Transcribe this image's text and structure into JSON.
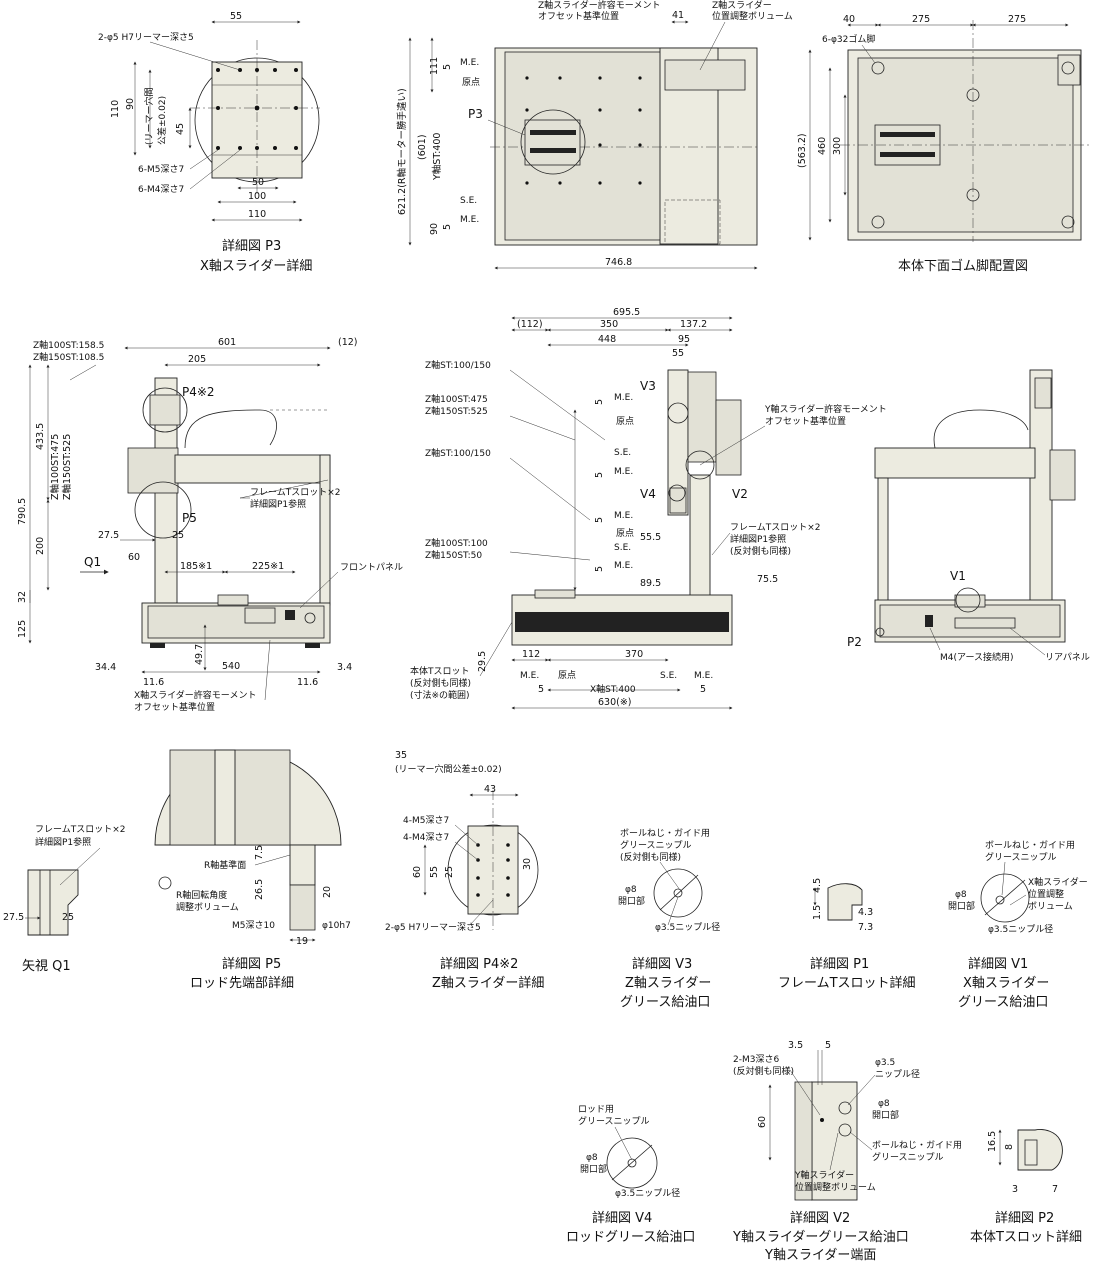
{
  "detail_p3": {
    "caption_1": "詳細図 P3",
    "caption_2": "X軸スライダー詳細",
    "dim_55": "55",
    "ream_note": "2-φ5 H7リーマー深さ5",
    "dim_110v": "110",
    "dim_90": "90",
    "tol_note_1": "(リーマー穴間",
    "tol_note_2": "公差±0.02)",
    "dim_45": "45",
    "m5_note": "6-M5深さ7",
    "m4_note": "6-M4深さ7",
    "dim_50": "50",
    "dim_100": "100",
    "dim_110h": "110"
  },
  "top_view": {
    "z_offset_1": "Z軸スライダー許容モーメント",
    "z_offset_2": "オフセット基準位置",
    "dim_41": "41",
    "z_adj_1": "Z軸スライダー",
    "z_adj_2": "位置調整ボリューム",
    "me_top": "M.E.",
    "dim_5a": "5",
    "origin": "原点",
    "dim_111": "111",
    "p3_tag": "P3",
    "dim_621": "621.2(R軸モーター勝手違い)",
    "dim_601": "(601)",
    "y_st": "Y軸ST:400",
    "se": "S.E.",
    "me_bot": "M.E.",
    "dim_5b": "5",
    "dim_90": "90",
    "dim_7468": "746.8"
  },
  "bottom_view": {
    "caption": "本体下面ゴム脚配置図",
    "dim_40": "40",
    "dim_275a": "275",
    "dim_275b": "275",
    "feet_note": "6-φ32ゴム脚",
    "dim_5632": "(563.2)",
    "dim_460": "460",
    "dim_300": "300"
  },
  "front_view": {
    "z100": "Z軸100ST:158.5",
    "z150": "Z軸150ST:108.5",
    "dim_601": "601",
    "dim_12": "(12)",
    "dim_205": "205",
    "p4_tag": "P4※2",
    "dim_4335": "433.5",
    "z100_475": "Z軸100ST:475",
    "z150_525": "Z軸150ST:525",
    "dim_7905": "790.5",
    "frame_slot_1": "フレームTスロット×2",
    "frame_slot_2": "詳細図P1参照",
    "p5_tag": "P5",
    "dim_275": "27.5",
    "dim_25": "25",
    "dim_200": "200",
    "dim_60": "60",
    "q1": "Q1",
    "dim_185": "185※1",
    "dim_225": "225※1",
    "front_panel": "フロントパネル",
    "dim_32": "32",
    "dim_125": "125",
    "dim_497": "49.7",
    "dim_344": "34.4",
    "dim_540": "540",
    "dim_34": "3.4",
    "dim_116a": "11.6",
    "dim_116b": "11.6",
    "x_offset_1": "X軸スライダー許容モーメント",
    "x_offset_2": "オフセット基準位置"
  },
  "side_view": {
    "dim_6955": "695.5",
    "dim_112": "(112)",
    "dim_350": "350",
    "dim_1372": "137.2",
    "dim_448": "448",
    "dim_95": "95",
    "dim_55": "55",
    "z_st_a": "Z軸ST:100/150",
    "v3_tag": "V3",
    "me_1": "M.E.",
    "dim_5_1": "5",
    "origin_1": "原点",
    "y_offset_1": "Y軸スライダー許容モーメント",
    "y_offset_2": "オフセット基準位置",
    "z100_475": "Z軸100ST:475",
    "z150_525": "Z軸150ST:525",
    "se_1": "S.E.",
    "me_2": "M.E.",
    "dim_5_2": "5",
    "z_st_b": "Z軸ST:100/150",
    "v4_tag": "V4",
    "v2_tag": "V2",
    "me_3": "M.E.",
    "dim_5_3": "5",
    "origin_2": "原点",
    "dim_555": "55.5",
    "frame_slot_1": "フレームTスロット×2",
    "frame_slot_2": "詳細図P1参照",
    "frame_slot_3": "(反対側も同様)",
    "z100_100": "Z軸100ST:100",
    "z150_50": "Z軸150ST:50",
    "se_2": "S.E.",
    "me_4": "M.E.",
    "dim_5_4": "5",
    "dim_895": "89.5",
    "dim_755": "75.5",
    "body_slot_1": "本体Tスロット",
    "body_slot_2": "(反対側も同様)",
    "body_slot_3": "(寸法※の範囲)",
    "dim_295": "29.5",
    "dim_112b": "112",
    "dim_370": "370",
    "me_5": "M.E.",
    "origin_3": "原点",
    "se_3": "S.E.",
    "me_6": "M.E.",
    "dim_5_5": "5",
    "x_st": "X軸ST:400",
    "dim_5_6": "5",
    "dim_630": "630(※)"
  },
  "rear_view": {
    "v1_tag": "V1",
    "p2_tag": "P2",
    "m4_note": "M4(アース接続用)",
    "rear_panel": "リアパネル"
  },
  "q1_view": {
    "frame_1": "フレームTスロット×2",
    "frame_2": "詳細図P1参照",
    "dim_275": "27.5",
    "dim_25": "25",
    "caption": "矢視 Q1"
  },
  "p5_detail": {
    "r_ref": "R軸基準面",
    "dim_75": "7.5",
    "dim_265": "26.5",
    "dim_20": "20",
    "r_adj_1": "R軸回転角度",
    "r_adj_2": "調整ボリューム",
    "m5": "M5深さ10",
    "phi10": "φ10h7",
    "dim_19": "19",
    "caption_1": "詳細図 P5",
    "caption_2": "ロッド先端部詳細"
  },
  "p4_detail": {
    "dim_35": "35",
    "tol": "(リーマー穴間公差±0.02)",
    "dim_43": "43",
    "m5": "4-M5深さ7",
    "m4": "4-M4深さ7",
    "dim_60": "60",
    "dim_55": "55",
    "dim_25": "25",
    "dim_30": "30",
    "ream": "2-φ5 H7リーマー深さ5",
    "caption_1": "詳細図 P4※2",
    "caption_2": "Z軸スライダー詳細"
  },
  "v3_detail": {
    "note_1": "ボールねじ・ガイド用",
    "note_2": "グリースニップル",
    "note_3": "(反対側も同様)",
    "phi8": "φ8",
    "open": "開口部",
    "phi35": "φ3.5ニップル径",
    "caption_1": "詳細図 V3",
    "caption_2": "Z軸スライダー",
    "caption_3": "グリース給油口"
  },
  "p1_detail": {
    "dim_45": "4.5",
    "dim_15": "1.5",
    "dim_43": "4.3",
    "dim_73": "7.3",
    "caption_1": "詳細図 P1",
    "caption_2": "フレームTスロット詳細"
  },
  "v1_detail": {
    "note_1": "ボールねじ・ガイド用",
    "note_2": "グリースニップル",
    "x_adj_1": "X軸スライダー",
    "x_adj_2": "位置調整",
    "x_adj_3": "ボリューム",
    "phi8": "φ8",
    "open": "開口部",
    "phi35": "φ3.5ニップル径",
    "caption_1": "詳細図 V1",
    "caption_2": "X軸スライダー",
    "caption_3": "グリース給油口"
  },
  "v4_detail": {
    "note_1": "ロッド用",
    "note_2": "グリースニップル",
    "phi8": "φ8",
    "open": "開口部",
    "phi35": "φ3.5ニップル径",
    "caption_1": "詳細図 V4",
    "caption_2": "ロッドグリース給油口"
  },
  "v2_detail": {
    "dim_35": "3.5",
    "dim_5": "5",
    "m3_1": "2-M3深さ6",
    "m3_2": "(反対側も同様)",
    "phi35a": "φ3.5",
    "nipple": "ニップル径",
    "phi8": "φ8",
    "open": "開口部",
    "dim_60": "60",
    "ball_1": "ボールねじ・ガイド用",
    "ball_2": "グリースニップル",
    "y_adj_1": "Y軸スライダー",
    "y_adj_2": "位置調整ボリューム",
    "caption_1": "詳細図 V2",
    "caption_2": "Y軸スライダーグリース給油口",
    "caption_3": "Y軸スライダー端面"
  },
  "p2_detail": {
    "dim_165": "16.5",
    "dim_8": "8",
    "dim_3": "3",
    "dim_7": "7",
    "caption_1": "詳細図 P2",
    "caption_2": "本体Tスロット詳細"
  }
}
